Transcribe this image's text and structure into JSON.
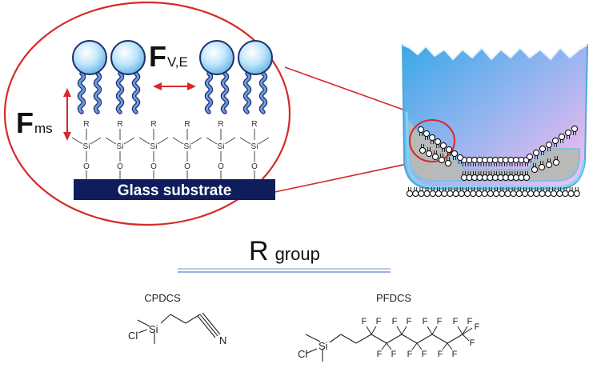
{
  "left_panel": {
    "force_ms_main": "F",
    "force_ms_sub": "ms",
    "force_ve_main": "F",
    "force_ve_sub": "V,E",
    "silane_atoms": {
      "r": "R",
      "si": "Si",
      "o": "O"
    },
    "substrate_label": "Glass substrate"
  },
  "r_group": {
    "heading_main": "R",
    "heading_sub": "group",
    "cpdcs": {
      "name": "CPDCS",
      "cl": "Cl",
      "si": "Si",
      "n": "N"
    },
    "pfdcs": {
      "name": "PFDCS",
      "cl": "Cl",
      "si": "Si",
      "f": "F"
    }
  },
  "colors": {
    "ellipse": "#d42a2a",
    "arrow": "#d42a2a",
    "substrate": "#0f1d5c",
    "lipid_head": "#bfe6fb",
    "tail": "#4a7ad0",
    "rule": "#8aa3d6"
  }
}
